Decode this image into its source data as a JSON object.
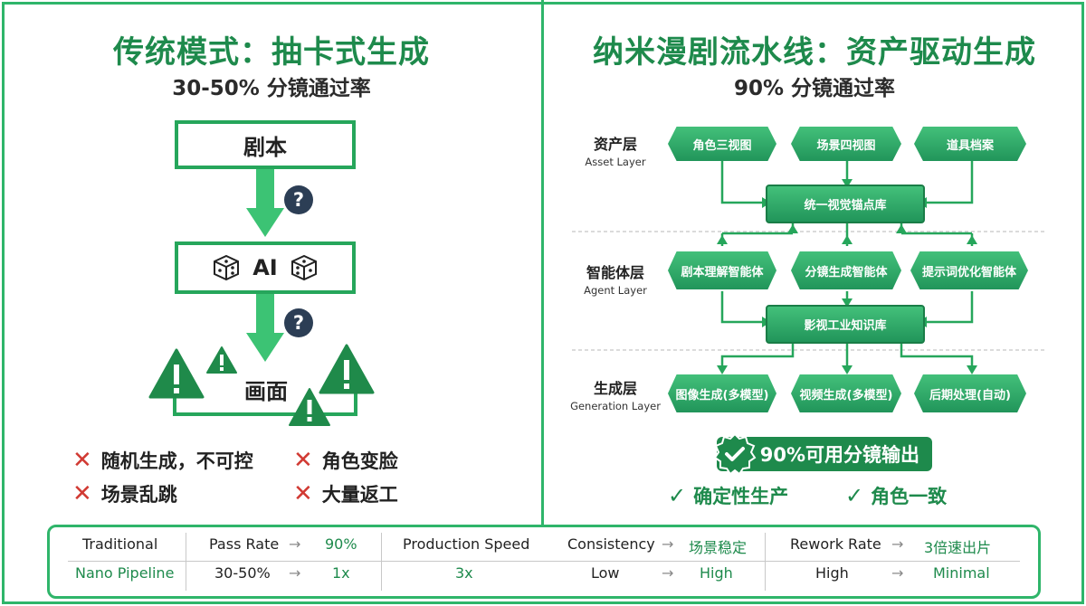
{
  "left": {
    "title": "传统模式：抽卡式生成",
    "subtitle": "30-50% 分镜通过率",
    "steps": {
      "script": "剧本",
      "ai": "AI",
      "output": "画面"
    },
    "question_mark": "?",
    "alert_mark": "!",
    "cons": [
      "随机生成，不可控",
      "角色变脸",
      "场景乱跳",
      "大量返工"
    ],
    "x_mark": "✕"
  },
  "right": {
    "title": "纳米漫剧流水线：资产驱动生成",
    "subtitle": "90% 分镜通过率",
    "layers": [
      {
        "cn": "资产层",
        "en": "Asset Layer"
      },
      {
        "cn": "智能体层",
        "en": "Agent Layer"
      },
      {
        "cn": "生成层",
        "en": "Generation Layer"
      }
    ],
    "asset_nodes": [
      "角色三视图",
      "场景四视图",
      "道具档案"
    ],
    "anchor_hub": "统一视觉锚点库",
    "agent_nodes": [
      "剧本理解智能体",
      "分镜生成智能体",
      "提示词优化智能体"
    ],
    "knowledge_hub": "影视工业知识库",
    "gen_nodes": [
      "图像生成(多模型)",
      "视频生成(多模型)",
      "后期处理(自动)"
    ],
    "badge": "90%可用分镜输出",
    "pros": [
      "确定性生产",
      "角色一致"
    ],
    "check_mark": "✓"
  },
  "table": {
    "arrow": "→",
    "row1": [
      "Traditional",
      "Pass Rate",
      "90%",
      "Production Speed",
      "Consistency",
      "场景稳定",
      "Rework Rate",
      "3倍速出片"
    ],
    "row2": [
      "Nano Pipeline",
      "30-50%",
      "1x",
      "3x",
      "Low",
      "High",
      "High",
      "Minimal"
    ]
  },
  "colors": {
    "green": "#26a65b",
    "dark_green": "#1e8a4c",
    "red": "#d13a33",
    "navy": "#2c3e55"
  }
}
